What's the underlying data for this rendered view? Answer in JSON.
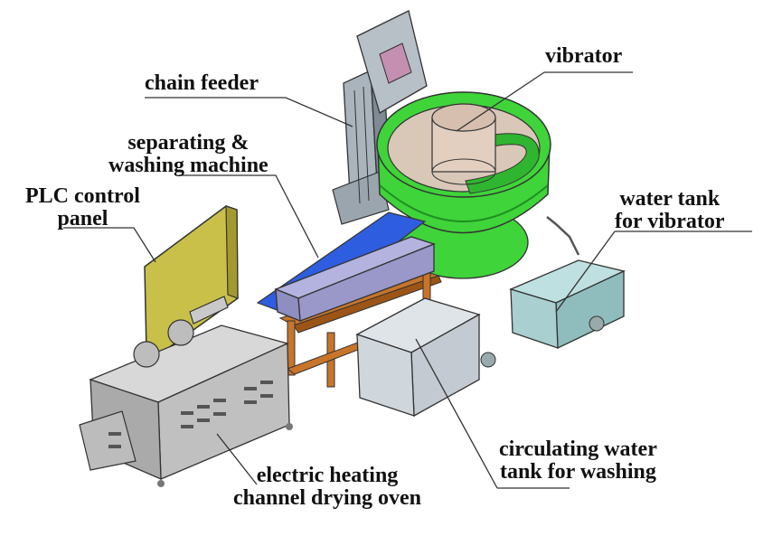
{
  "labels": {
    "vibrator": "vibrator",
    "chain_feeder": "chain feeder",
    "separating_line1": "separating &",
    "separating_line2": "washing machine",
    "plc_line1": "PLC control",
    "plc_line2": "panel",
    "water_tank_line1": "water tank",
    "water_tank_line2": "for vibrator",
    "circulating_line1": "circulating water",
    "circulating_line2": "tank for washing",
    "oven_line1": "electric heating",
    "oven_line2": "channel drying oven"
  },
  "colors": {
    "vibrator_bowl": "#3fd43a",
    "vibrator_dark": "#1f8f22",
    "inner_bowl": "#d9c7b8",
    "frame_orange": "#c8752a",
    "tank_grey": "#cfd6dc",
    "water_tank": "#a9cfd0",
    "plc_panel": "#c9c04a",
    "feeder_grey": "#a9b3bc",
    "blue_chute": "#2f5de0",
    "machine_lavender": "#b4b3df",
    "oven_grey": "#c8c8c8"
  }
}
